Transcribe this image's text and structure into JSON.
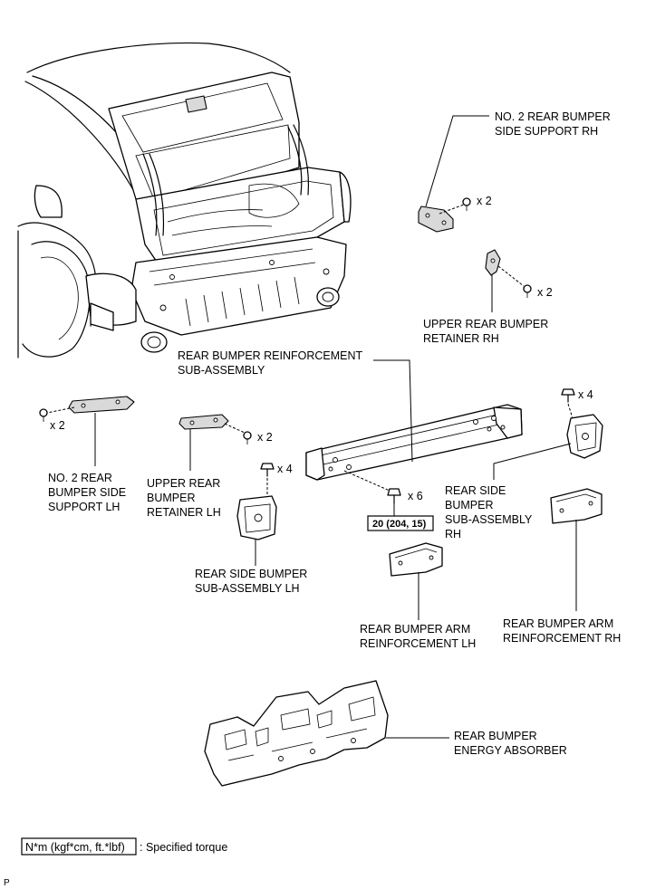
{
  "labels": {
    "no2_support_rh": [
      "NO. 2 REAR BUMPER",
      "SIDE SUPPORT RH"
    ],
    "upper_retainer_rh": [
      "UPPER REAR BUMPER",
      "RETAINER RH"
    ],
    "reinforcement": [
      "REAR BUMPER REINFORCEMENT",
      "SUB-ASSEMBLY"
    ],
    "no2_support_lh": [
      "NO. 2 REAR",
      "BUMPER SIDE",
      "SUPPORT LH"
    ],
    "upper_retainer_lh": [
      "UPPER REAR",
      "BUMPER",
      "RETAINER LH"
    ],
    "side_bumper_lh": [
      "REAR SIDE BUMPER",
      "SUB-ASSEMBLY LH"
    ],
    "side_bumper_rh": [
      "REAR SIDE",
      "BUMPER",
      "SUB-ASSEMBLY",
      "RH"
    ],
    "arm_lh": [
      "REAR BUMPER ARM",
      "REINFORCEMENT LH"
    ],
    "arm_rh": [
      "REAR BUMPER ARM",
      "REINFORCEMENT RH"
    ],
    "energy_absorber": [
      "REAR BUMPER",
      "ENERGY ABSORBER"
    ]
  },
  "quantities": {
    "no2_support_rh_screws": "x 2",
    "upper_retainer_rh_screws": "x 2",
    "no2_support_lh_screws": "x 2",
    "upper_retainer_lh_screws": "x 2",
    "side_bumper_lh_screws": "x 4",
    "side_bumper_rh_screws": "x 4",
    "reinforcement_bolts": "x 6"
  },
  "torque": {
    "reinforcement_bolts": "20 (204, 15)"
  },
  "legend": {
    "unit_box": "N*m (kgf*cm, ft.*lbf)",
    "description": ": Specified torque"
  },
  "figure_mark": "P"
}
